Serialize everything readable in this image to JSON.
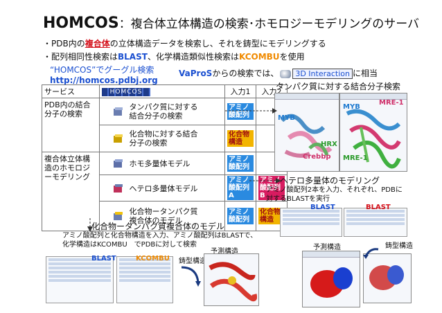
{
  "title": {
    "main": "HOMCOS",
    "subtitle": "：複合体立体構造の検索･ホモロジーモデリングのサーバ"
  },
  "bullets": {
    "b1_pre": "・PDB内の",
    "b1_hl": "複合体",
    "b1_post": "の立体構造データを検索し、それを鋳型にモデリングする",
    "b2_pre": "・配列相同性検索は",
    "b2_blast": "BLAST",
    "b2_mid": "、化学構造類似性検索は",
    "b2_kcombu": "KCOMBU",
    "b2_post": "を使用"
  },
  "google": {
    "line1": "“HOMCOS”でグーグル検索",
    "url": "http://homcos.pdbj.org"
  },
  "vapros": {
    "pre_hl": "VaProS",
    "pre": "からの検索では、",
    "button": "3D Interaction",
    "post": "に相当"
  },
  "protein_search_title": "タンパク質に対する結合分子検索",
  "table": {
    "header": {
      "service": "サービス",
      "logo": "HOMCOS",
      "input1": "入力1",
      "input2": "入力2"
    },
    "group1": "PDB内の結合分子の検索",
    "group2": "複合体立体構造のホモロジーモデリング",
    "rows": [
      {
        "label": "タンパク質に対する結合分子の検索",
        "in1": "アミノ酸配列",
        "in2": ""
      },
      {
        "label": "化合物に対する結合分子の検索",
        "in1": "化合物構造",
        "in2": ""
      },
      {
        "label": "ホモ多量体モデル",
        "in1": "アミノ酸配列",
        "in2": ""
      },
      {
        "label": "ヘテロ多量体モデル",
        "in1": "アミノ酸配列A",
        "in2": "アミノ酸配列B"
      },
      {
        "label": "化合物ータンパク質複合体のモデル",
        "in1": "アミノ酸配列",
        "in2": "化合物構造"
      }
    ]
  },
  "structure_labels": {
    "myb_left": "MYB",
    "crebbp": "Crebbp",
    "hrx": "HRX",
    "myb_right": "MYB",
    "mre1_top": "MRE-1",
    "mre1_bottom": "MRE-1"
  },
  "hetero": {
    "title": "ヘテロ多量体のモデリング",
    "desc1": "アミノ酸配列2本を入力、それぞれ、PDBに",
    "desc2": "対するBLASTを実行",
    "blast1": "BLAST",
    "blast2": "BLAST",
    "predicted": "予測構造",
    "template": "鋳型構造"
  },
  "cp": {
    "title": "化合物ータンパク質複合体のモデル",
    "desc1": "アミノ酸配列と化合物構造を入力、アミノ酸配列はBLASTで、",
    "desc2": "化学構造はKCOMBU　でPDBに対して検索",
    "blast": "BLAST",
    "kcombu": "KCOMBU",
    "template": "鋳型構造",
    "predicted": "予測構造"
  },
  "colors": {
    "blue": "#1a4fd0",
    "orange": "#f08a00",
    "red": "#d4101a",
    "protein_tag": "#2a8ae0",
    "compound_tag": "#f2b400",
    "magenta_tag": "#d81b60"
  }
}
